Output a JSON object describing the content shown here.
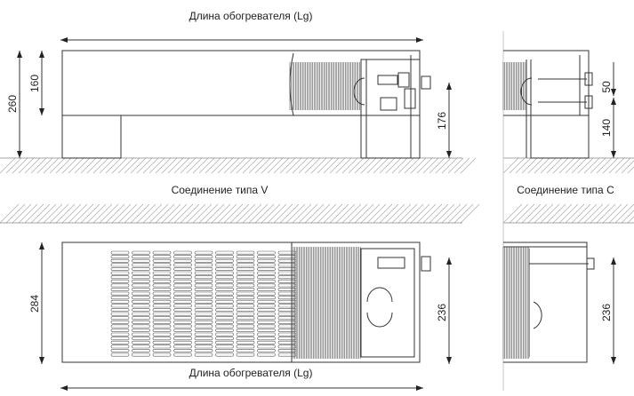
{
  "title_top": "Длина обогревателя (Lg)",
  "title_bottom": "Длина обогревателя (Lg)",
  "label_v": "Соединение типа V",
  "label_c": "Соединение типа C",
  "dims": {
    "height_total": "260",
    "height_top": "160",
    "height_connection_v": "176",
    "connection_spacing_c": "50",
    "height_connection_c": "140",
    "width_total": "284",
    "width_inner_v": "236",
    "width_inner_c": "236"
  }
}
